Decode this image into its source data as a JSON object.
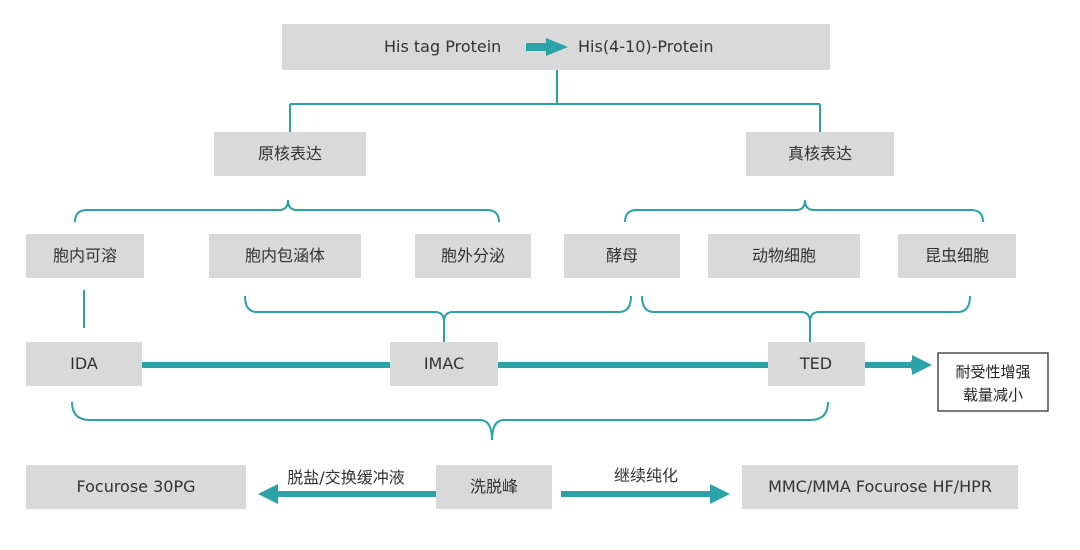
{
  "colors": {
    "accent": "#2aa2a8",
    "box": "#d9d9d9",
    "text": "#333333"
  },
  "top": {
    "left": "His tag Protein",
    "right": "His(4-10)-Protein"
  },
  "level1": {
    "prokaryotic": "原核表达",
    "eukaryotic": "真核表达"
  },
  "level2": {
    "intracellular_soluble": "胞内可溶",
    "inclusion_body": "胞内包涵体",
    "secretion": "胞外分泌",
    "yeast": "酵母",
    "animal_cell": "动物细胞",
    "insect_cell": "昆虫细胞"
  },
  "resins": {
    "ida": "IDA",
    "imac": "IMAC",
    "ted": "TED"
  },
  "result": {
    "line1": "耐受性增强",
    "line2": "载量减小"
  },
  "bottom": {
    "left_box": "Focurose 30PG",
    "left_label": "脱盐/交换缓冲液",
    "center_box": "洗脱峰",
    "right_label": "继续纯化",
    "right_box": "MMC/MMA Focurose HF/HPR"
  }
}
